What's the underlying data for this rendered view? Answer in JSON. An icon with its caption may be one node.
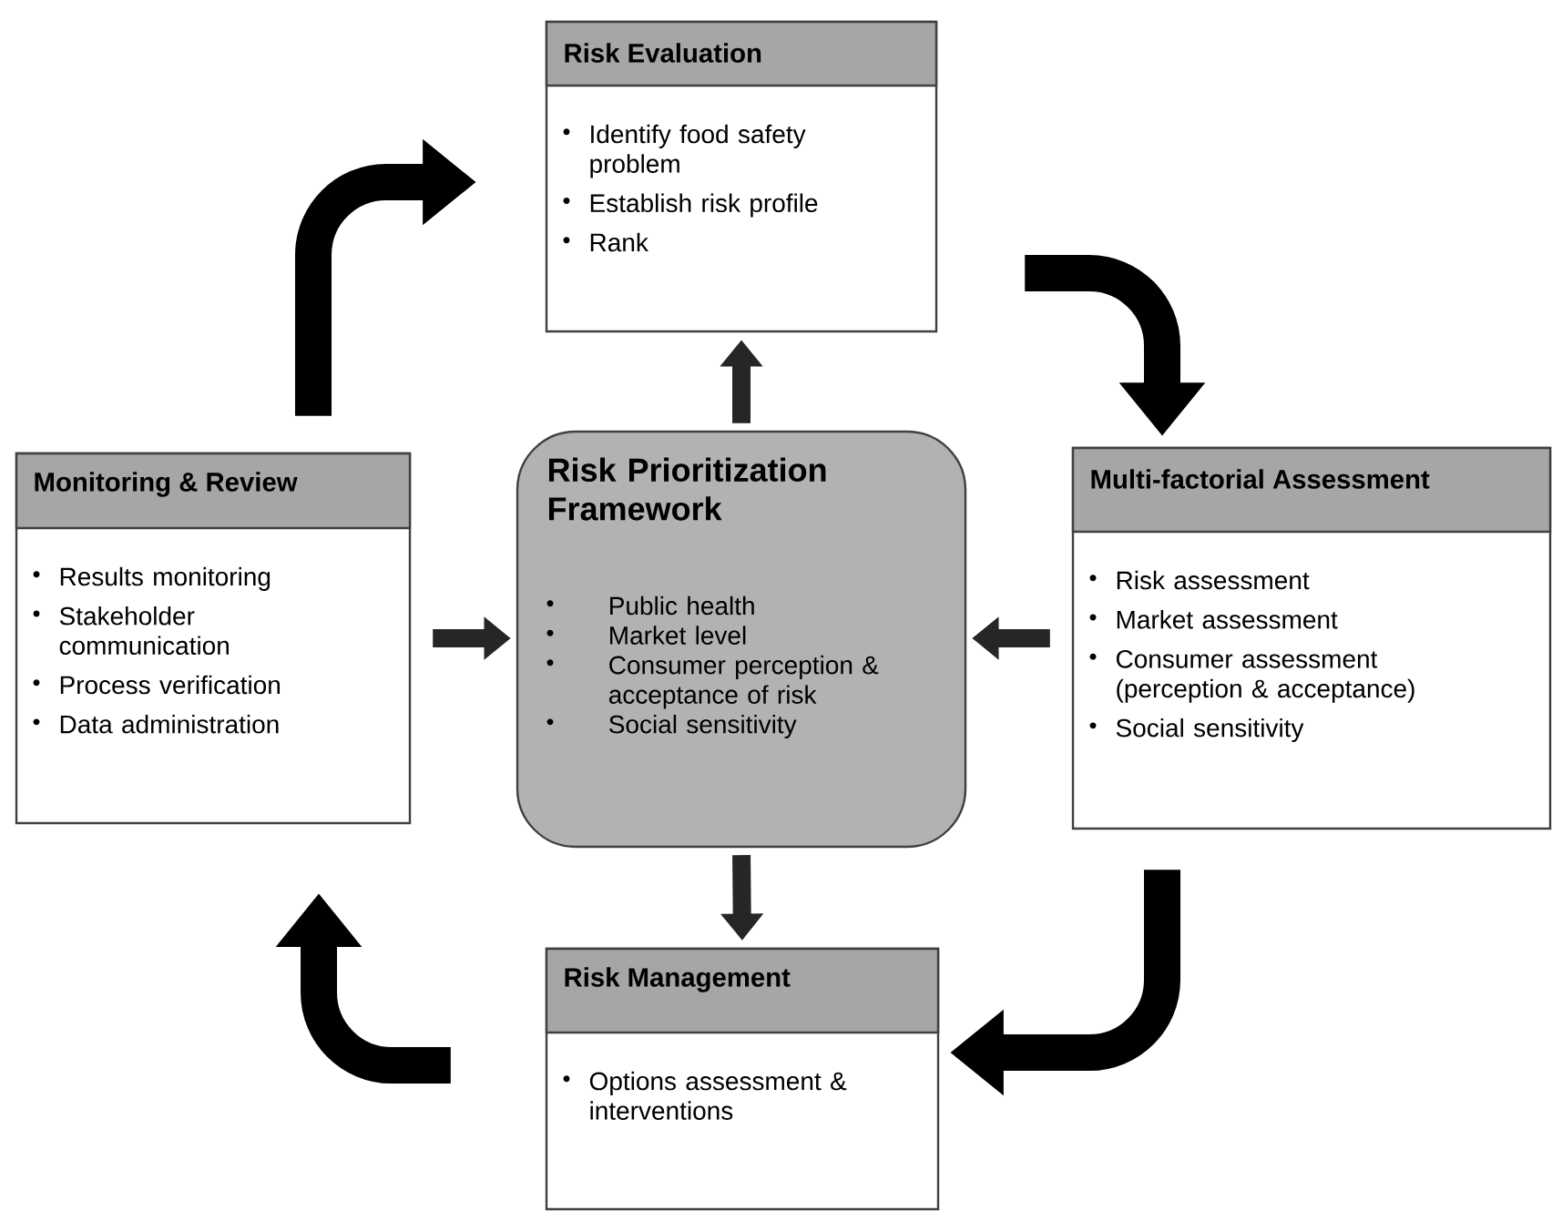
{
  "diagram": {
    "nodes": [
      {
        "text": [
          "Risk Evaluation",
          "Identify food safety problem",
          "Establish risk profile",
          "Rank"
        ]
      },
      {
        "text": [
          "Monitoring & Review",
          "Results monitoring",
          "Stakeholder communication",
          "Process verification",
          "Data administration"
        ]
      },
      {
        "text": [
          "Risk Prioritization Framework",
          "Public health",
          "Market level",
          "Consumer perception & acceptance of risk",
          "Social sensitivity"
        ]
      },
      {
        "text": [
          "Multi-factorial Assessment",
          "Risk assessment",
          "Market assessment",
          "Consumer assessment (perception & acceptance)",
          "Social sensitivity"
        ]
      },
      {
        "text": [
          "Risk Management",
          "Options assessment & interventions"
        ]
      }
    ],
    "edges": [
      {
        "from": 2,
        "to": 0,
        "arrow": "to"
      },
      {
        "from": 1,
        "to": 2,
        "arrow": "to"
      },
      {
        "from": 3,
        "to": 2,
        "arrow": "to"
      },
      {
        "from": 2,
        "to": 4,
        "arrow": "to"
      },
      {
        "from": 0,
        "to": 3,
        "arrow": "to",
        "style": "thick"
      },
      {
        "from": 3,
        "to": 4,
        "arrow": "to",
        "style": "thick"
      },
      {
        "from": 4,
        "to": 1,
        "arrow": "to",
        "style": "thick"
      },
      {
        "from": 1,
        "to": 0,
        "arrow": "to",
        "style": "thick"
      }
    ]
  }
}
